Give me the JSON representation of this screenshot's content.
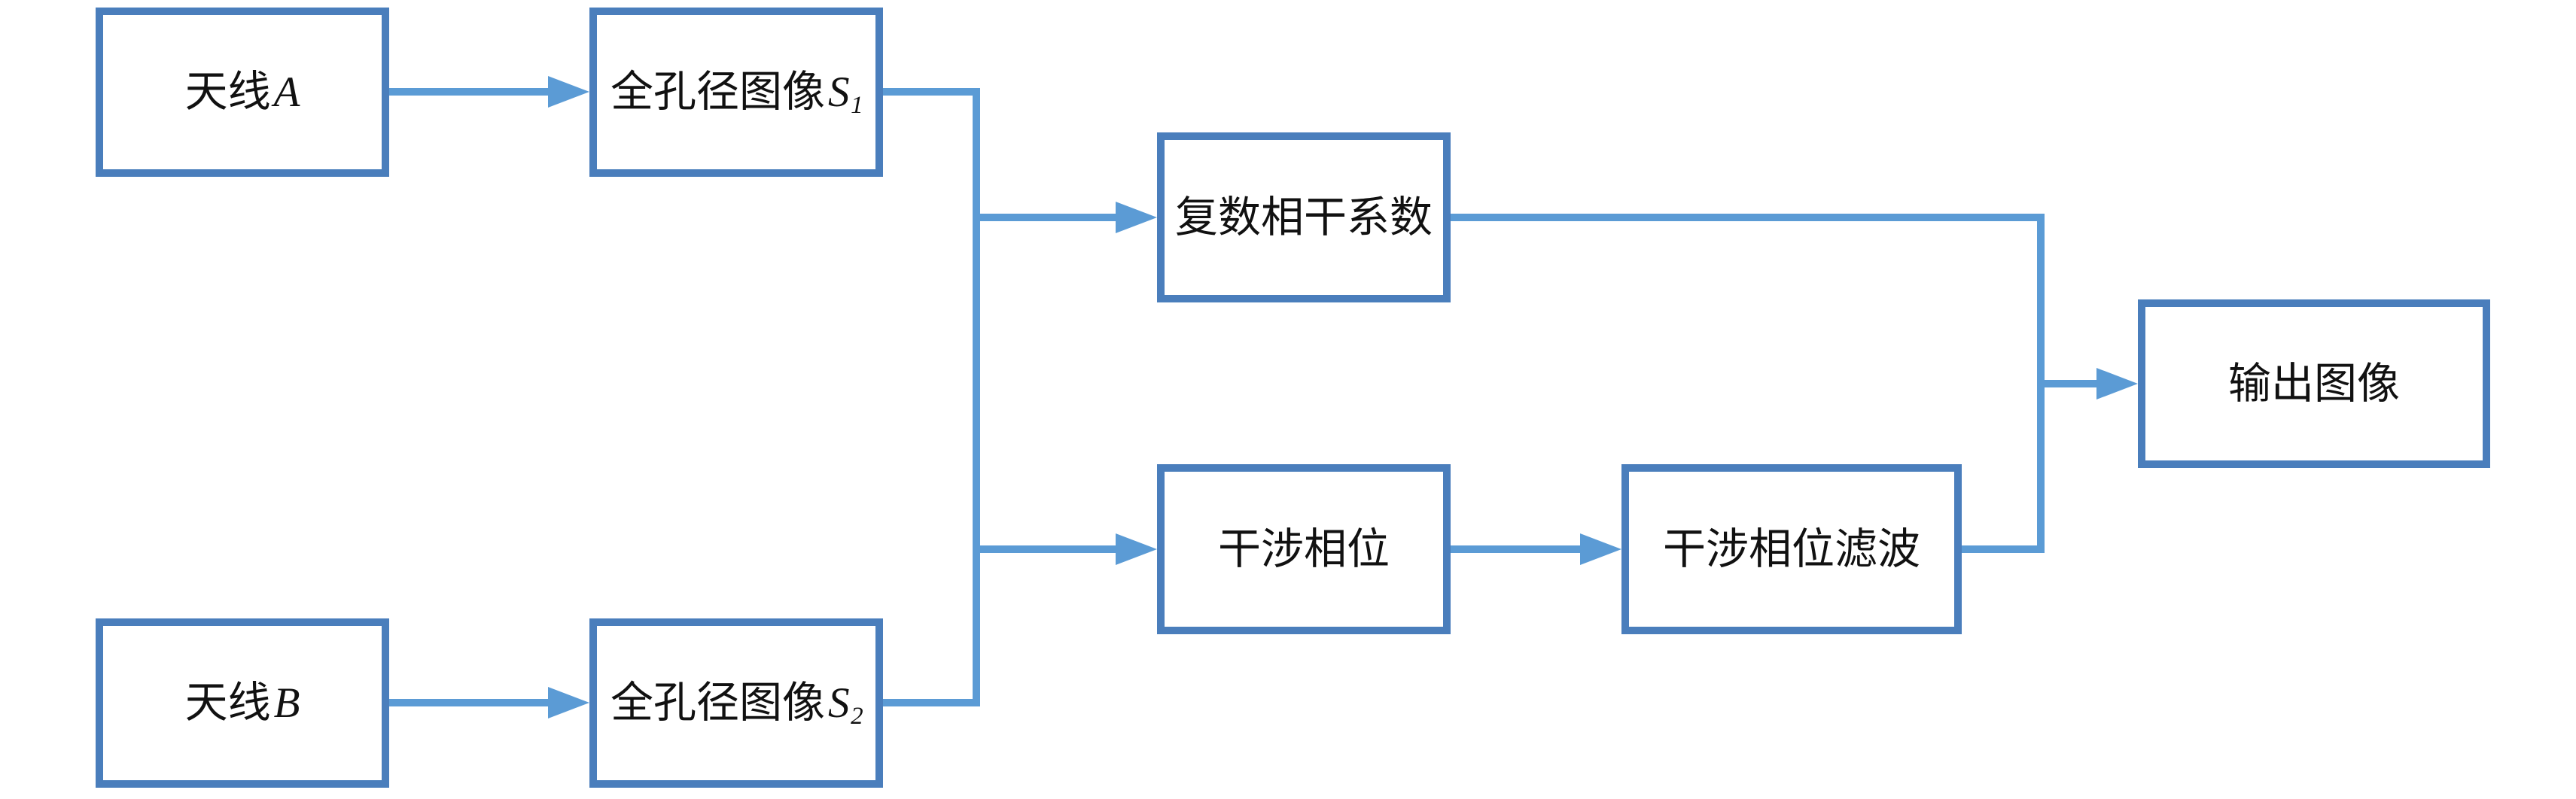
{
  "diagram": {
    "type": "flowchart",
    "colors": {
      "box_border": "#4a7ebc",
      "connector": "#5b9bd5",
      "text": "#111111",
      "background": "#ffffff"
    },
    "nodes": {
      "antenna_a": {
        "label": "天线",
        "symbol": "A",
        "subscript": ""
      },
      "full_aperture_s1": {
        "label": "全孔径图像",
        "symbol": "S",
        "subscript": "1"
      },
      "antenna_b": {
        "label": "天线",
        "symbol": "B",
        "subscript": ""
      },
      "full_aperture_s2": {
        "label": "全孔径图像",
        "symbol": "S",
        "subscript": "2"
      },
      "complex_coherence": {
        "label": "复数相干系数",
        "symbol": "",
        "subscript": ""
      },
      "interferometric_phase": {
        "label": "干涉相位",
        "symbol": "",
        "subscript": ""
      },
      "phase_filtering": {
        "label": "干涉相位滤波",
        "symbol": "",
        "subscript": ""
      },
      "output_image": {
        "label": "输出图像",
        "symbol": "",
        "subscript": ""
      }
    },
    "edges": [
      {
        "from": "antenna_a",
        "to": "full_aperture_s1"
      },
      {
        "from": "antenna_b",
        "to": "full_aperture_s2"
      },
      {
        "from": "full_aperture_s1",
        "to": "complex_coherence"
      },
      {
        "from": "full_aperture_s1",
        "to": "interferometric_phase"
      },
      {
        "from": "full_aperture_s2",
        "to": "complex_coherence"
      },
      {
        "from": "full_aperture_s2",
        "to": "interferometric_phase"
      },
      {
        "from": "interferometric_phase",
        "to": "phase_filtering"
      },
      {
        "from": "complex_coherence",
        "to": "output_image"
      },
      {
        "from": "phase_filtering",
        "to": "output_image"
      }
    ]
  }
}
